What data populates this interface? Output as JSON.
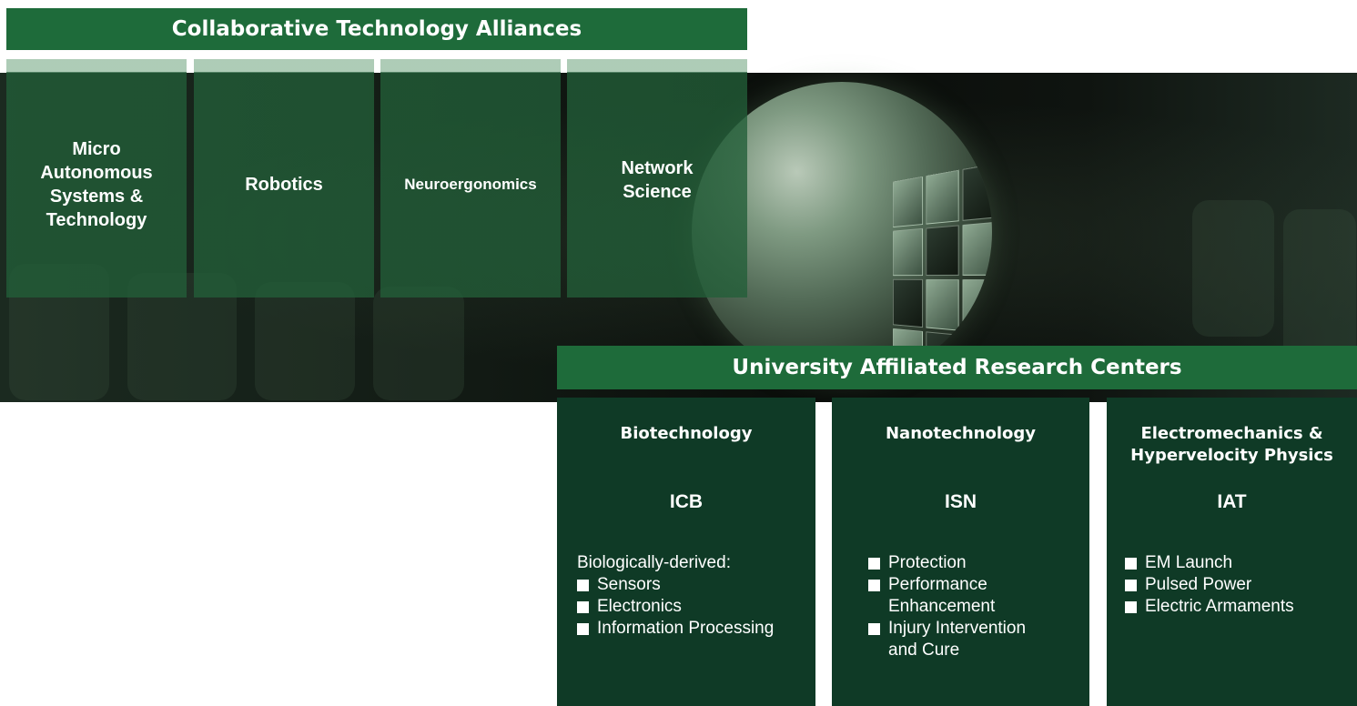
{
  "cta": {
    "title": "Collaborative Technology Alliances",
    "tiles": [
      "Micro\nAutonomous\nSystems &\nTechnology",
      "Robotics",
      "Neuroergonomics",
      "Network\nScience"
    ]
  },
  "uarc": {
    "title": "University Affiliated Research Centers",
    "centers": [
      {
        "field": "Biotechnology",
        "acronym": "ICB",
        "intro": "Biologically-derived:",
        "items": [
          "Sensors",
          "Electronics",
          "Information Processing"
        ]
      },
      {
        "field": "Nanotechnology",
        "acronym": "ISN",
        "intro": "",
        "items": [
          "Protection",
          "Performance\nEnhancement",
          "Injury Intervention\nand Cure"
        ]
      },
      {
        "field": "Electromechanics &\nHypervelocity Physics",
        "acronym": "IAT",
        "intro": "",
        "items": [
          "EM Launch",
          "Pulsed Power",
          "Electric Armaments"
        ]
      }
    ]
  },
  "colors": {
    "header_green": "#1e6b3a",
    "column_green": "#0f3a26",
    "tile_green": "#225e38"
  },
  "imagery": {
    "background": "dark-green-tech-band",
    "globe": "globe-with-screen-grid-icon"
  }
}
